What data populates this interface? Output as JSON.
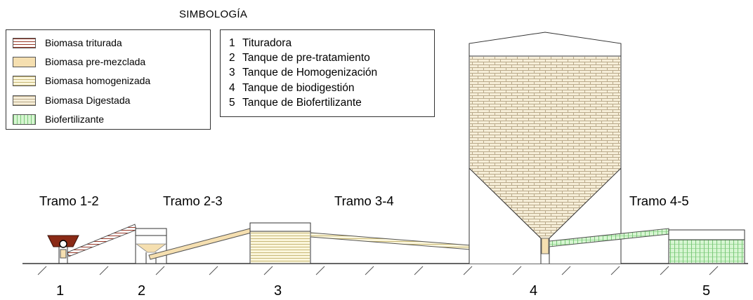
{
  "title": "SIMBOLOGÍA",
  "legend_materials": [
    {
      "label": "Biomasa triturada",
      "swatch": "triturada"
    },
    {
      "label": "Biomasa pre-mezclada",
      "swatch": "premezclada"
    },
    {
      "label": "Biomasa homogenizada",
      "swatch": "homogenizada"
    },
    {
      "label": "Biomasa Digestada",
      "swatch": "digestada"
    },
    {
      "label": "Biofertilizante",
      "swatch": "biofert"
    }
  ],
  "legend_equipment": [
    {
      "num": "1",
      "label": "Tituradora"
    },
    {
      "num": "2",
      "label": "Tanque de pre-tratamiento"
    },
    {
      "num": "3",
      "label": "Tanque de Homogenización"
    },
    {
      "num": "4",
      "label": "Tanque de biodigestión"
    },
    {
      "num": "5",
      "label": "Tanque de Biofertilizante"
    }
  ],
  "tramos": [
    "Tramo 1-2",
    "Tramo 2-3",
    "Tramo 3-4",
    "Tramo 4-5"
  ],
  "tank_numbers": [
    "1",
    "2",
    "3",
    "4",
    "5"
  ],
  "colors": {
    "triturada": "#9a3a2a",
    "premezclada": "#f5dfb0",
    "homogenizada": "#fbf6dc",
    "digestada": "#f6eed8",
    "biofertilizante": "#7cc97a"
  }
}
